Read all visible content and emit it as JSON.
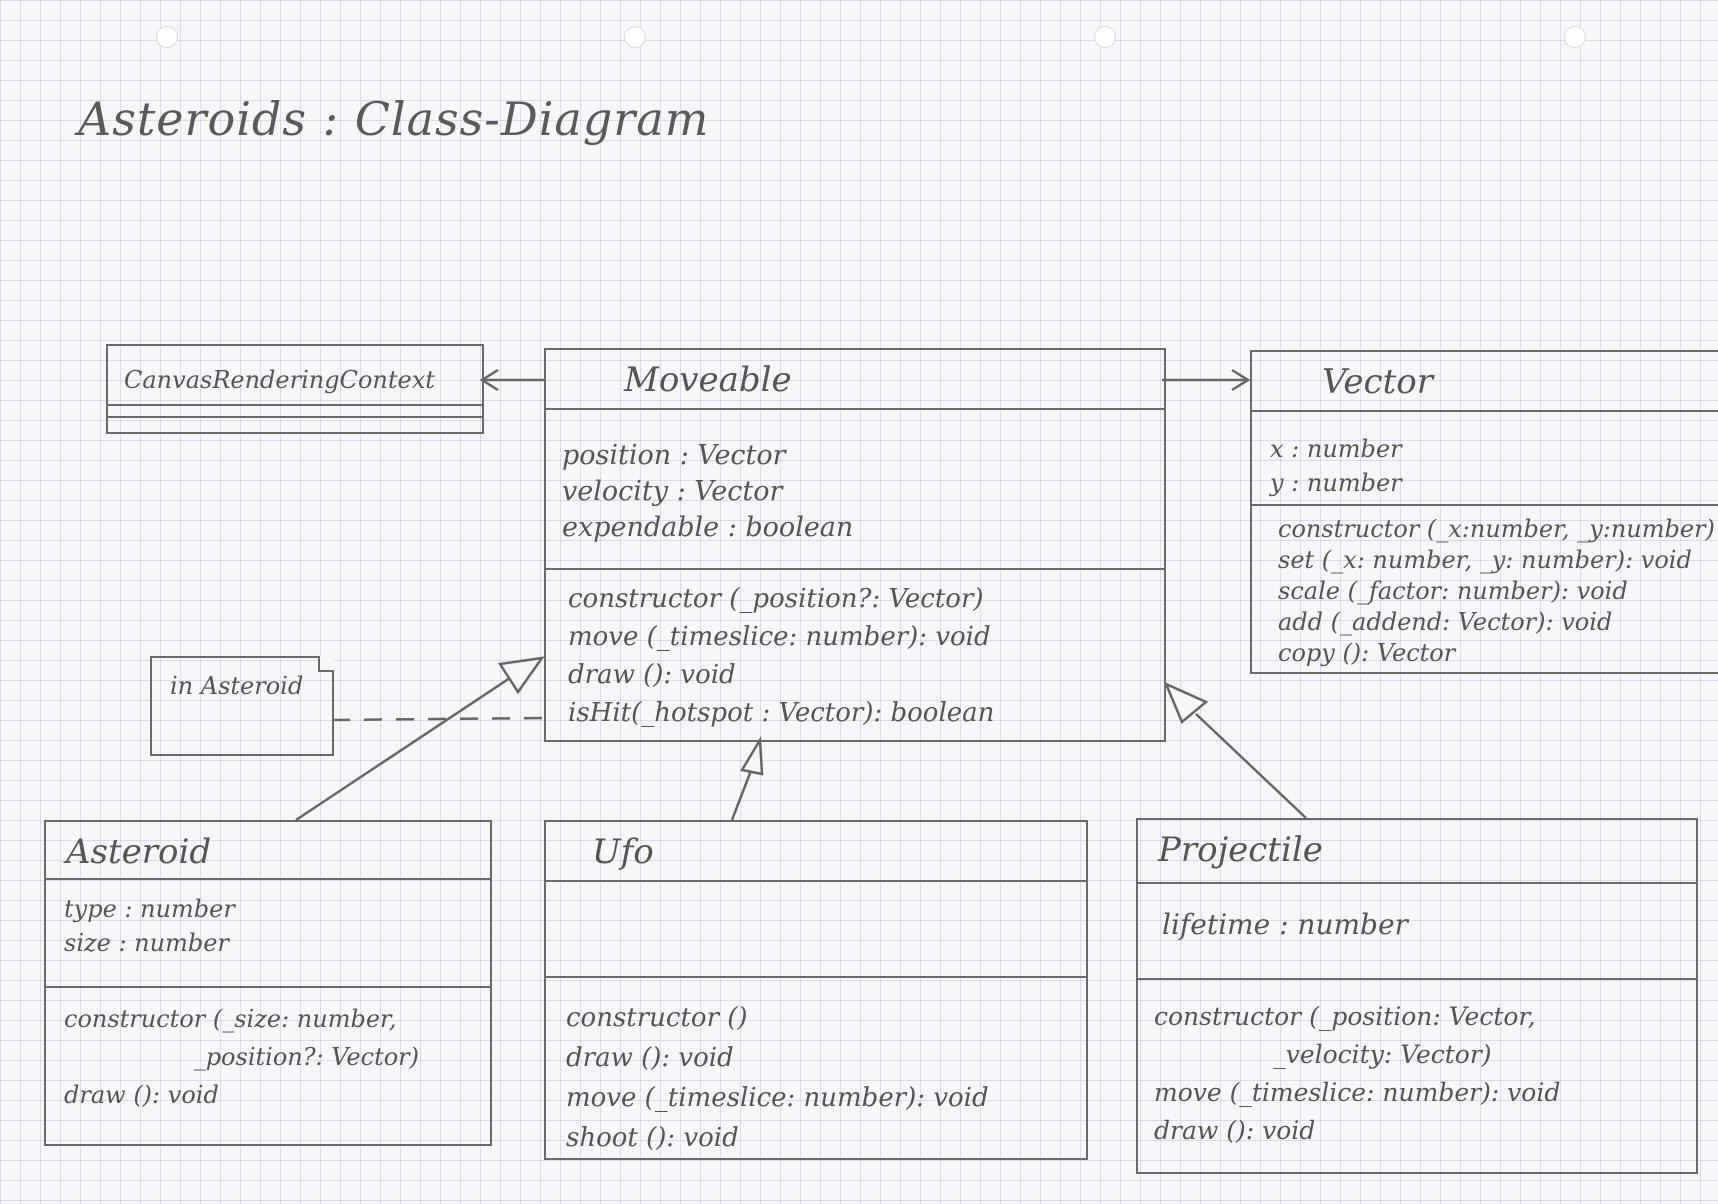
{
  "title": "Asteroids : Class-Diagram",
  "classes": {
    "canvas": {
      "name": "CanvasRenderingContext"
    },
    "moveable": {
      "name": "Moveable",
      "attributes": [
        "position : Vector",
        "velocity : Vector",
        "expendable : boolean"
      ],
      "operations": [
        "constructor (_position?: Vector)",
        "move (_timeslice: number): void",
        "draw (): void",
        "isHit(_hotspot : Vector): boolean"
      ]
    },
    "vector": {
      "name": "Vector",
      "attributes": [
        "x : number",
        "y : number"
      ],
      "operations": [
        "constructor (_x:number, _y:number)",
        "set (_x: number, _y: number): void",
        "scale (_factor: number): void",
        "add (_addend: Vector): void",
        "copy (): Vector"
      ]
    },
    "asteroid": {
      "name": "Asteroid",
      "attributes": [
        "type : number",
        "size : number"
      ],
      "operations": [
        "constructor (_size: number,",
        "                 _position?: Vector)",
        "draw (): void"
      ]
    },
    "ufo": {
      "name": "Ufo",
      "attributes": [],
      "operations": [
        "constructor ()",
        "draw (): void",
        "move (_timeslice: number): void",
        "shoot (): void"
      ]
    },
    "projectile": {
      "name": "Projectile",
      "attributes": [
        "lifetime : number"
      ],
      "operations": [
        "constructor (_position: Vector,",
        "               _velocity: Vector)",
        "move (_timeslice: number): void",
        "draw (): void"
      ]
    }
  },
  "note": {
    "text": "in Asteroid"
  }
}
